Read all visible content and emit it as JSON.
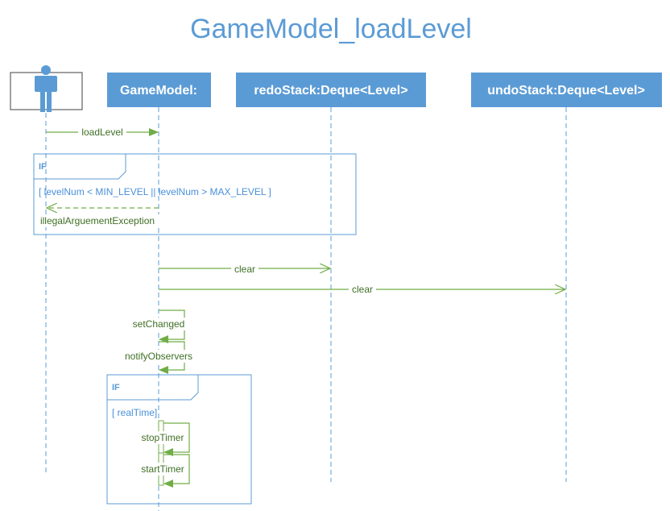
{
  "title": "GameModel_loadLevel",
  "colors": {
    "accent": "#5B9BD5",
    "message": "#70AD47",
    "message_text": "#3F6F25",
    "frame": "#5B9BD5"
  },
  "actor": {
    "icon": "person-icon"
  },
  "lifelines": {
    "gamemodel": "GameModel:",
    "redostack": "redoStack:Deque<Level>",
    "undostack": "undoStack:Deque<Level>"
  },
  "messages": {
    "load_level": "loadLevel",
    "illegal_argument": "illegalArguementException",
    "clear_redo": "clear",
    "clear_undo": "clear",
    "set_changed": "setChanged",
    "notify_observers": "notifyObservers",
    "stop_timer": "stopTimer",
    "start_timer": "startTimer"
  },
  "frames": {
    "level_check": {
      "keyword": "IF",
      "guard": "[ levelNum < MIN_LEVEL || levelNum > MAX_LEVEL ]"
    },
    "real_time": {
      "keyword": "IF",
      "guard": "[ realTime]"
    }
  }
}
